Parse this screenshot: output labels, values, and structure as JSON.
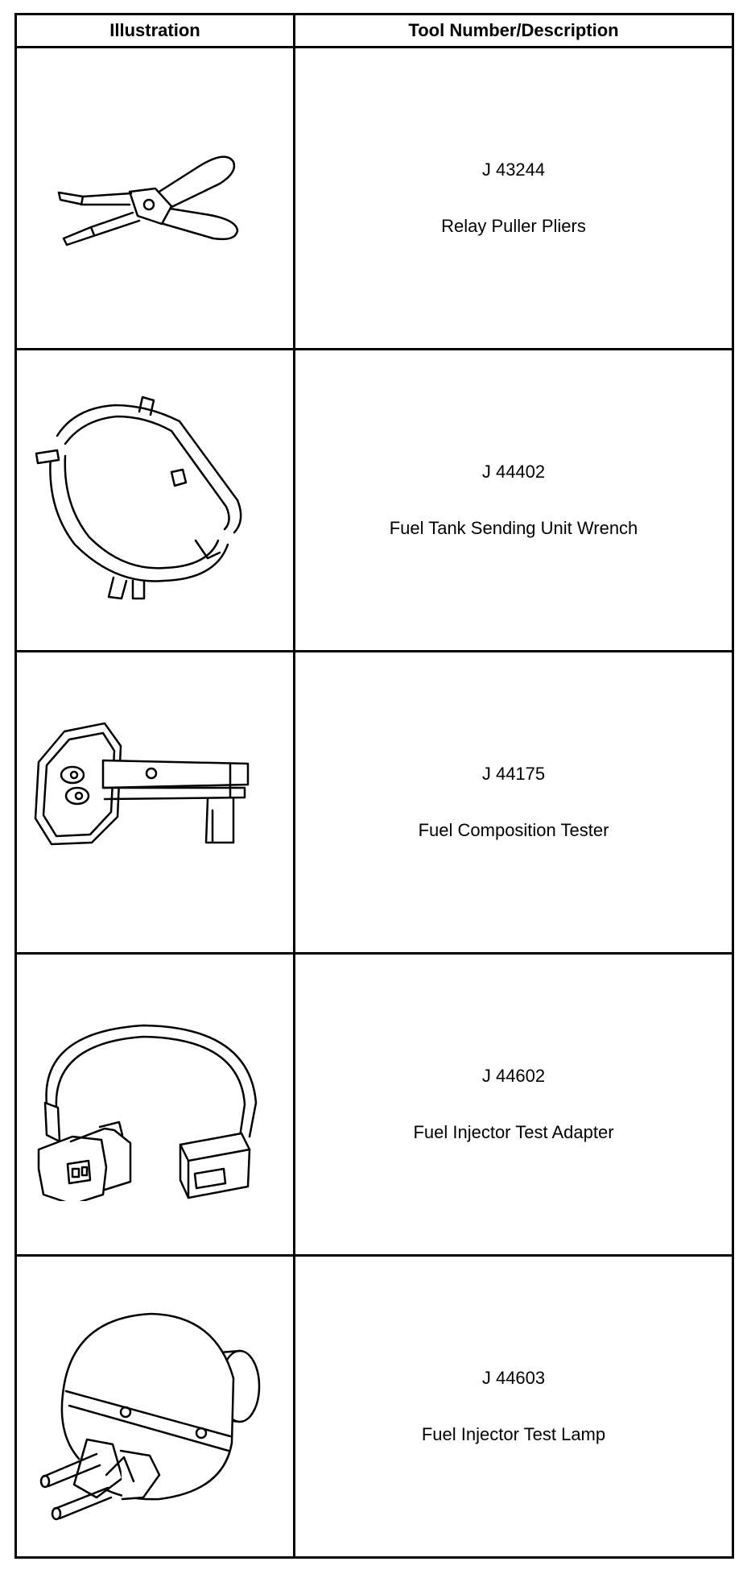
{
  "table": {
    "headers": {
      "illustration": "Illustration",
      "description": "Tool Number/Description"
    },
    "rows": [
      {
        "number": "J 43244",
        "name": "Relay Puller Pliers",
        "icon": "relay-puller-pliers-icon"
      },
      {
        "number": "J 44402",
        "name": "Fuel Tank Sending Unit Wrench",
        "icon": "sending-unit-wrench-icon"
      },
      {
        "number": "J 44175",
        "name": "Fuel Composition Tester",
        "icon": "fuel-composition-tester-icon"
      },
      {
        "number": "J 44602",
        "name": "Fuel Injector Test Adapter",
        "icon": "injector-test-adapter-icon"
      },
      {
        "number": "J 44603",
        "name": "Fuel Injector Test Lamp",
        "icon": "injector-test-lamp-icon"
      }
    ]
  }
}
